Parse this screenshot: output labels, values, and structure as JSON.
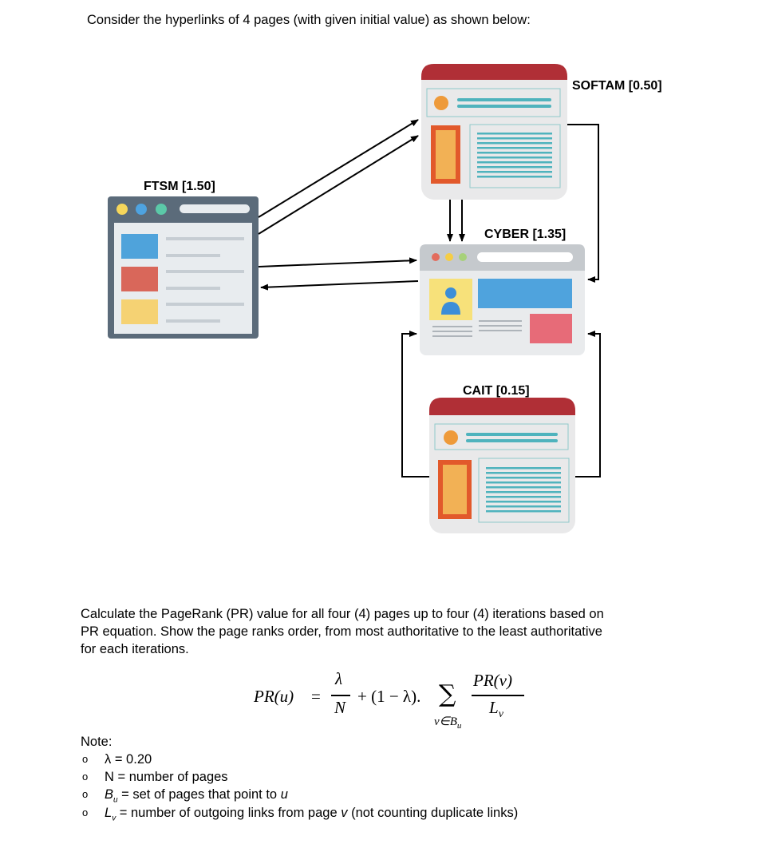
{
  "intro": "Consider the hyperlinks of 4 pages (with given initial value) as shown below:",
  "pages": {
    "softam": "SOFTAM [0.50]",
    "ftsm": "FTSM [1.50]",
    "cyber": "CYBER [1.35]",
    "cait": "CAIT [0.15]"
  },
  "task": {
    "line1": "Calculate the PageRank (PR) value for all four (4) pages up to four (4) iterations based on",
    "line2": "PR equation. Show the page ranks order, from most authoritative to the least authoritative",
    "line3": "for each iterations."
  },
  "equation": {
    "lhs": "PR(u)",
    "eq": "=",
    "lambda": "λ",
    "N": "N",
    "plus": "+ (1 − λ).",
    "sigma": "∑",
    "sub": "v∈B",
    "sub_u": "u",
    "num": "PR(v)",
    "den": "L",
    "den_sub": "v"
  },
  "note": {
    "title": "Note:",
    "bullet": "o",
    "item1": "λ = 0.20",
    "item2": "N = number of pages",
    "item3_sym": "B",
    "item3_sub": "u",
    "item3_text": " = set of pages that point to ",
    "item3_var": "u",
    "item4_sym": "L",
    "item4_sub": "v",
    "item4_text": " = number of outgoing links from page ",
    "item4_var": "v",
    "item4_tail": " (not counting duplicate links)"
  }
}
